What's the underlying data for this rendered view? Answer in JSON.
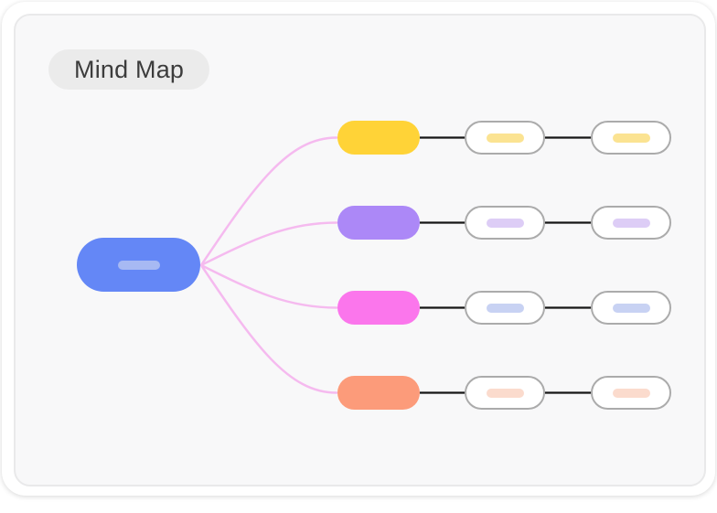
{
  "header": {
    "badge_label": "Mind Map"
  },
  "palette": {
    "page_bg": "#ffffff",
    "card_bg": "#ffffff",
    "canvas_bg": "#f8f8f9",
    "canvas_border": "#e9e9ea",
    "badge_bg": "#ebebeb",
    "badge_text": "#3c3c3c",
    "link_curve": "#f5baef",
    "connector_line": "#161616",
    "leaf_bg": "#ffffff",
    "leaf_border": "#ababab"
  },
  "root": {
    "name": "root-node",
    "fill": "#6487f6",
    "bar": "#a7b9f3"
  },
  "branches": [
    {
      "name": "branch-1",
      "fill": "#ffd337",
      "leaf_bar": "#fbe392"
    },
    {
      "name": "branch-2",
      "fill": "#ac88f7",
      "leaf_bar": "#ddcdf6"
    },
    {
      "name": "branch-3",
      "fill": "#fb76ec",
      "leaf_bar": "#c8d2f3"
    },
    {
      "name": "branch-4",
      "fill": "#fc9b7a",
      "leaf_bar": "#fbdbcd"
    }
  ]
}
